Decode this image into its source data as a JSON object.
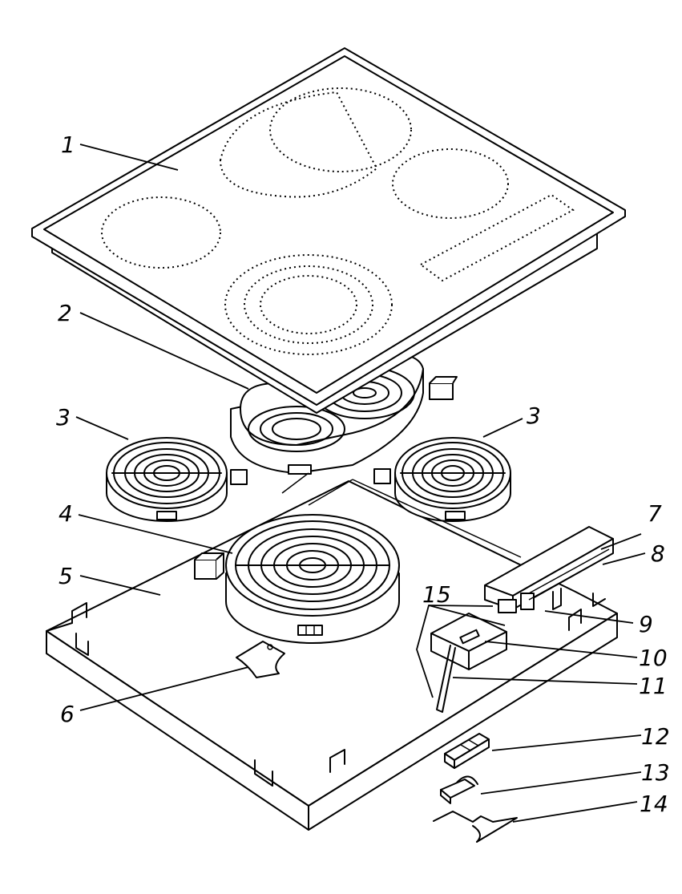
{
  "labels": [
    {
      "id": "1",
      "text": "1"
    },
    {
      "id": "2",
      "text": "2"
    },
    {
      "id": "3a",
      "text": "3"
    },
    {
      "id": "3b",
      "text": "3"
    },
    {
      "id": "4",
      "text": "4"
    },
    {
      "id": "5",
      "text": "5"
    },
    {
      "id": "6",
      "text": "6"
    },
    {
      "id": "7",
      "text": "7"
    },
    {
      "id": "8",
      "text": "8"
    },
    {
      "id": "9",
      "text": "9"
    },
    {
      "id": "10",
      "text": "10"
    },
    {
      "id": "11",
      "text": "11"
    },
    {
      "id": "12",
      "text": "12"
    },
    {
      "id": "13",
      "text": "13"
    },
    {
      "id": "14",
      "text": "14"
    },
    {
      "id": "15",
      "text": "15"
    }
  ]
}
